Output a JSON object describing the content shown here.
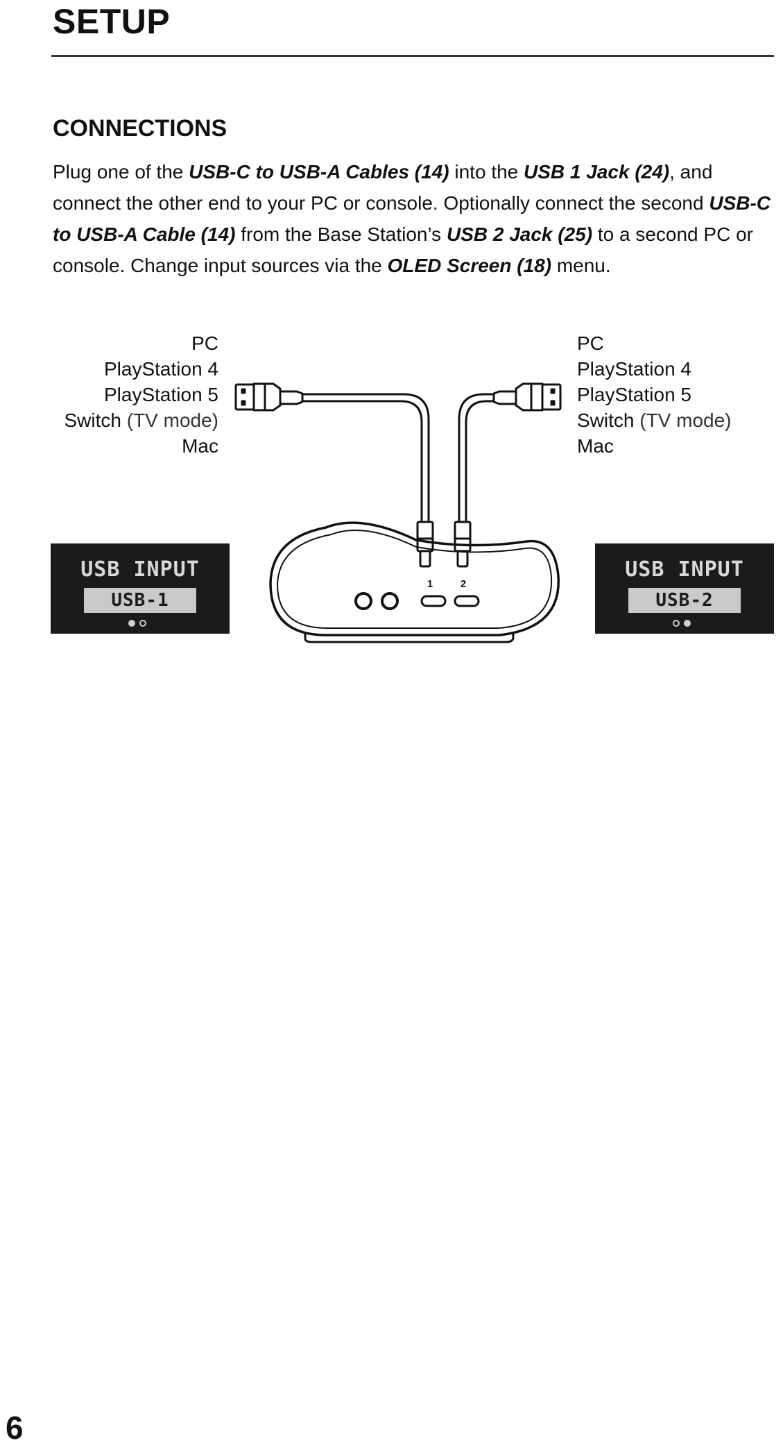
{
  "header": {
    "title": "SETUP"
  },
  "section": {
    "heading": "CONNECTIONS",
    "body": [
      {
        "text": "Plug one of the ",
        "em": false
      },
      {
        "text": "USB-C to USB-A Cables (14)",
        "em": true
      },
      {
        "text": " into the ",
        "em": false
      },
      {
        "text": "USB 1 Jack (24)",
        "em": true
      },
      {
        "text": ", and connect the other end to your PC or console. Optionally connect the second ",
        "em": false
      },
      {
        "text": "USB-C to USB-A Cable (14)",
        "em": true
      },
      {
        "text": " from the Base Station’s ",
        "em": false
      },
      {
        "text": "USB 2 Jack (25)",
        "em": true
      },
      {
        "text": " to a second PC or console. Change input sources via the ",
        "em": false
      },
      {
        "text": "OLED Screen (18)",
        "em": true
      },
      {
        "text": " menu.",
        "em": false
      }
    ]
  },
  "devices_left": {
    "pc": "PC",
    "ps4": "PlayStation 4",
    "ps5": "PlayStation 5",
    "switch": "Switch",
    "switch_mode": "(TV mode)",
    "mac": "Mac"
  },
  "devices_right": {
    "pc": "PC",
    "ps4": "PlayStation 4",
    "ps5": "PlayStation 5",
    "switch": "Switch",
    "switch_mode": "(TV mode)",
    "mac": "Mac"
  },
  "port_labels": {
    "port1": "1",
    "port2": "2"
  },
  "panel_left": {
    "title": "USB INPUT",
    "value": "USB-1"
  },
  "panel_right": {
    "title": "USB INPUT",
    "value": "USB-2"
  },
  "footer": {
    "page_number": "6"
  }
}
